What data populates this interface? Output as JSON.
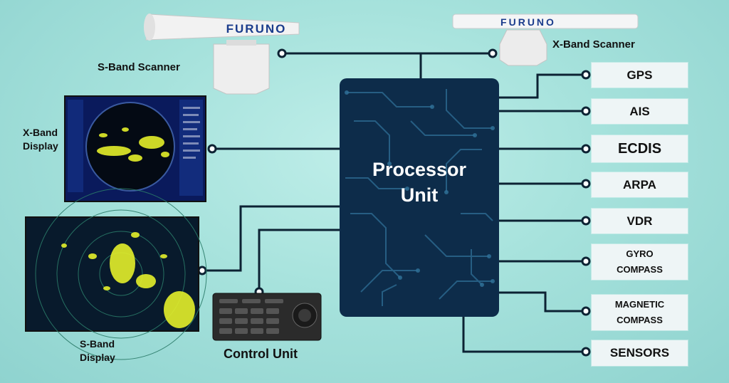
{
  "diagram": {
    "processor": {
      "line1": "Processor",
      "line2": "Unit"
    },
    "s_band_scanner": {
      "label": "S-Band Scanner",
      "brand": "FURUNO"
    },
    "x_band_scanner": {
      "label": "X-Band Scanner",
      "brand": "FURUNO"
    },
    "x_band_display": {
      "line1": "X-Band",
      "line2": "Display"
    },
    "s_band_display": {
      "line1": "S-Band",
      "line2": "Display"
    },
    "control_unit": {
      "label": "Control Unit"
    },
    "outputs": [
      {
        "label": "GPS"
      },
      {
        "label": "AIS"
      },
      {
        "label": "ECDIS"
      },
      {
        "label": "ARPA"
      },
      {
        "label": "VDR"
      },
      {
        "label_line1": "GYRO",
        "label_line2": "COMPASS"
      },
      {
        "label_line1": "MAGNETIC",
        "label_line2": "COMPASS"
      },
      {
        "label": "SENSORS"
      }
    ],
    "colors": {
      "background": "#a6e2dc",
      "processor": "#0d2c4a",
      "circuit_traces": "#2f6f96",
      "connector_lines": "#0c2233",
      "output_box": "#eef5f6",
      "radar_echo": "#e4ef2a"
    }
  }
}
